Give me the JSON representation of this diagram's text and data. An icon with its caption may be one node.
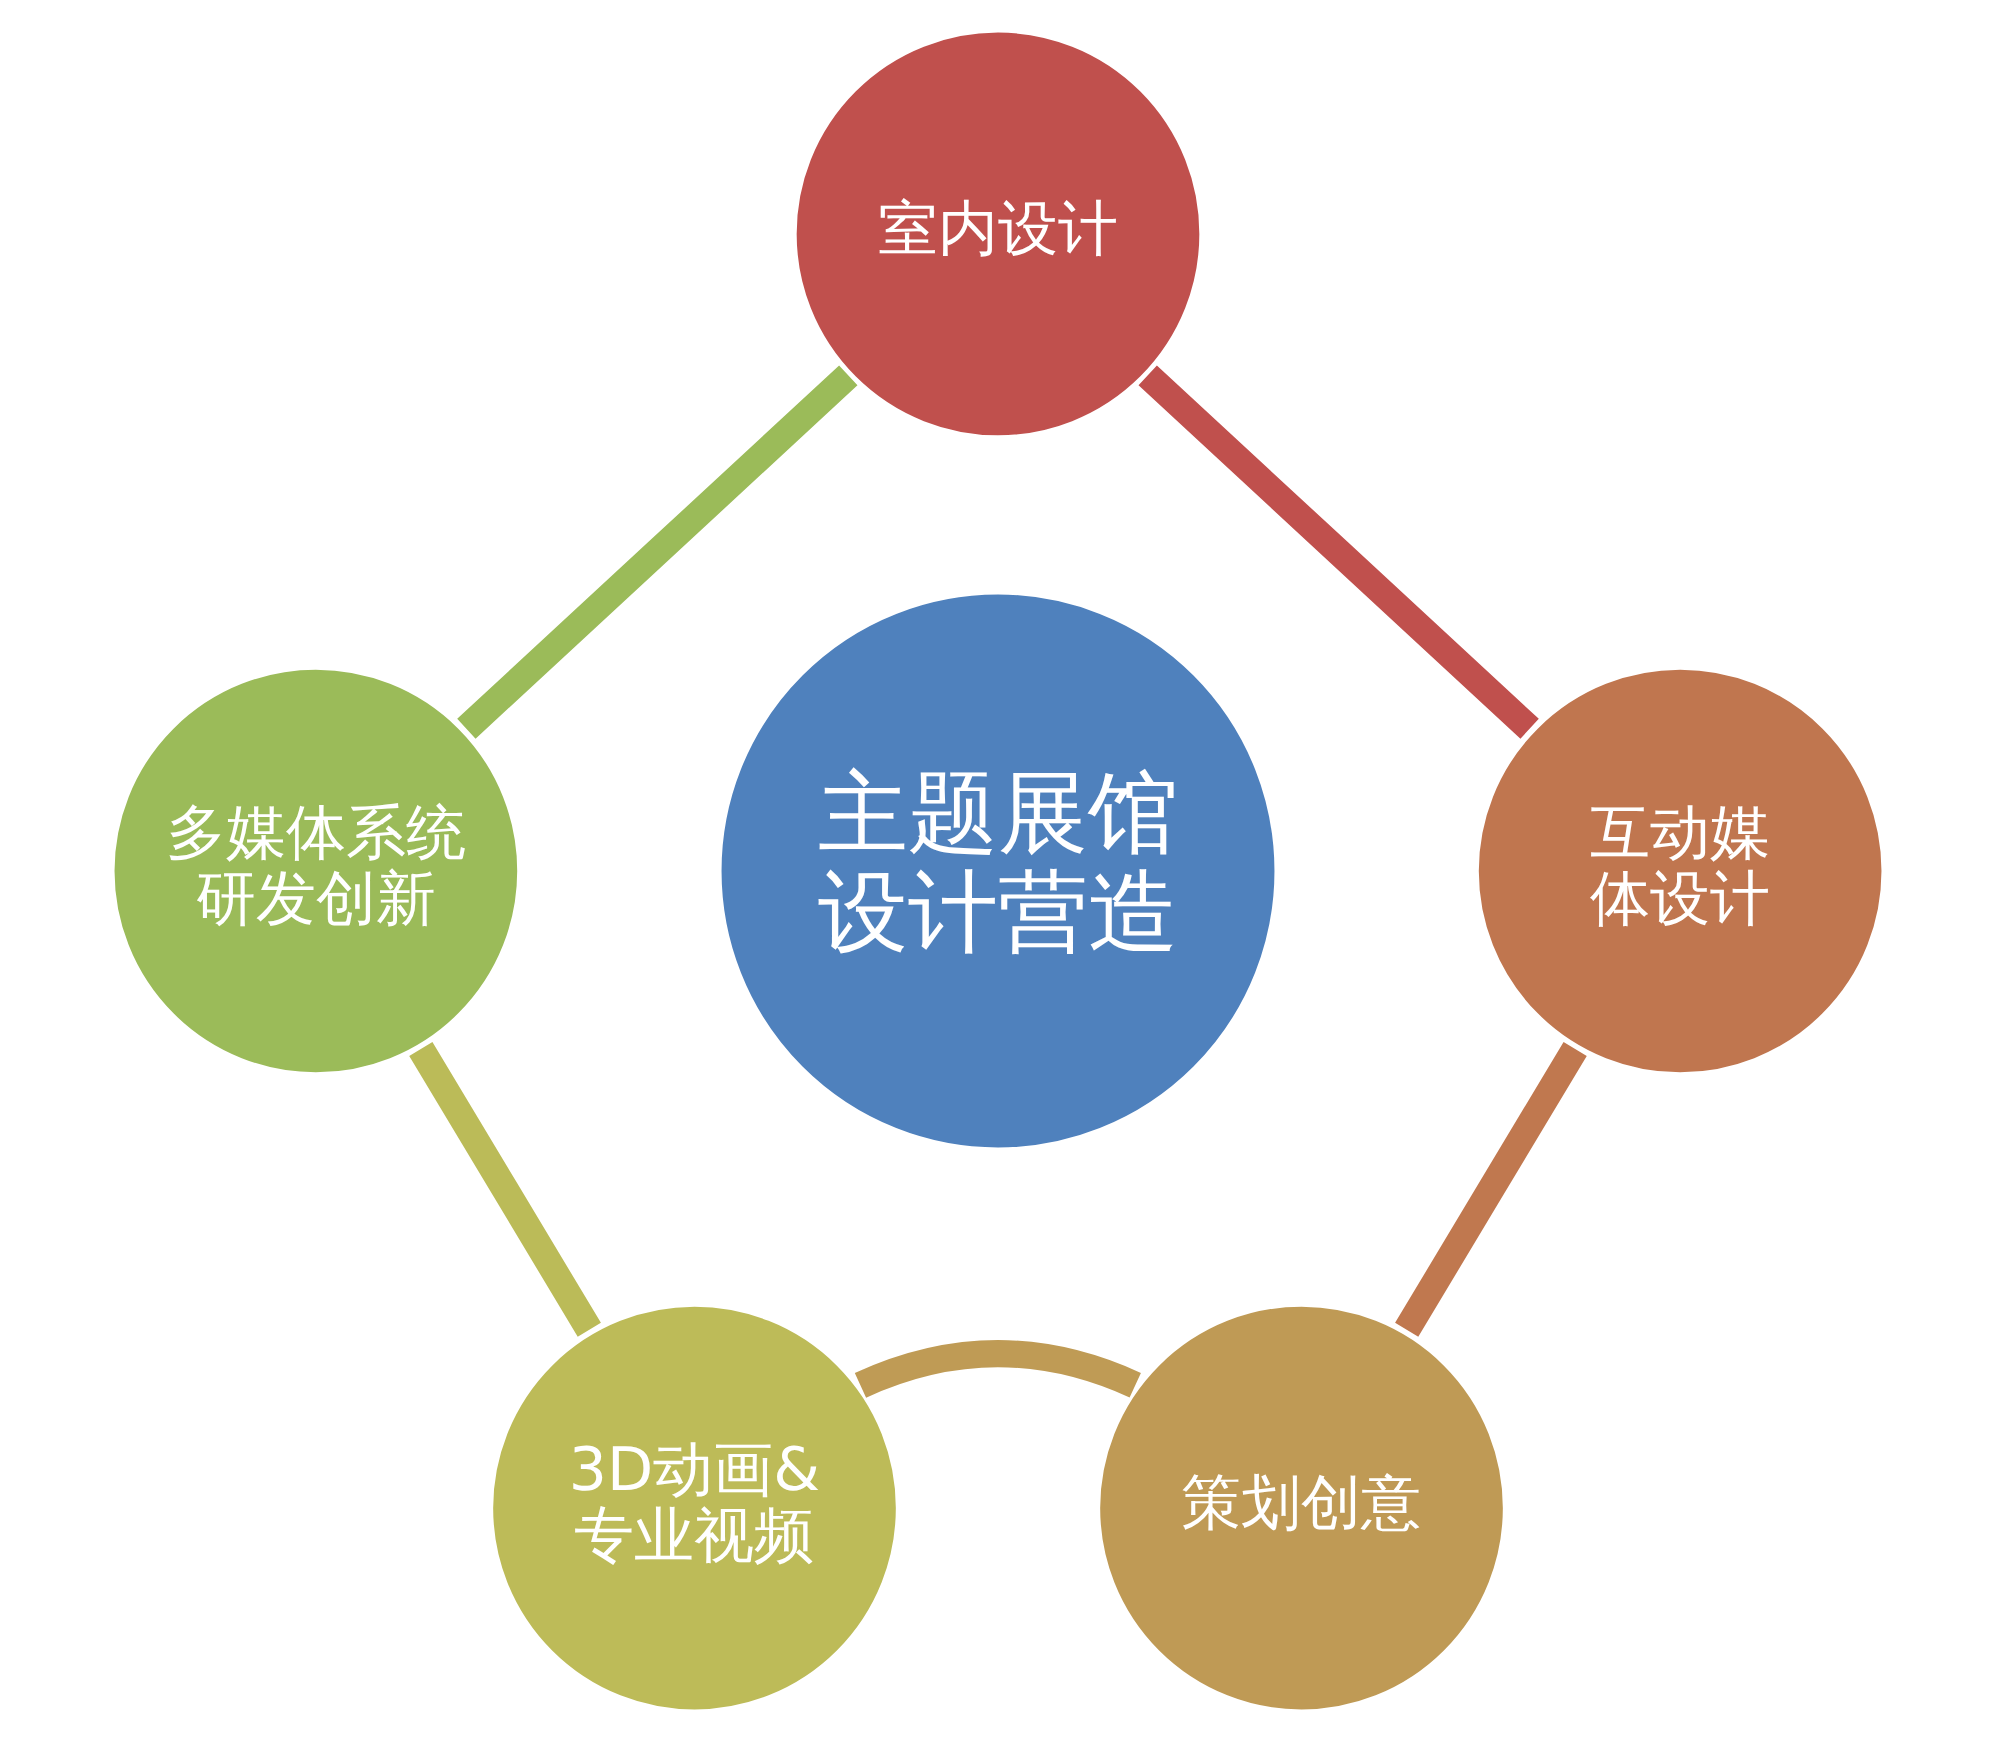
{
  "diagram": {
    "nodes": [
      {
        "text": [
          "室内设计"
        ]
      },
      {
        "text": [
          "互动媒体设计"
        ]
      },
      {
        "text": [
          "策划创意"
        ]
      },
      {
        "text": [
          "3D动画&专业视频"
        ]
      },
      {
        "text": [
          "多媒体系统研发创新"
        ]
      },
      {
        "text": [
          "主题展馆设计营造"
        ]
      }
    ],
    "edges": [
      {
        "from": 0,
        "to": 1,
        "arrow": "none",
        "color": "#c0504d"
      },
      {
        "from": 1,
        "to": 2,
        "arrow": "none",
        "color": "#c0784f"
      },
      {
        "from": 2,
        "to": 3,
        "arrow": "none",
        "color": "#bf9b55"
      },
      {
        "from": 3,
        "to": 4,
        "arrow": "none",
        "color": "#bbbb58"
      },
      {
        "from": 4,
        "to": 0,
        "arrow": "none",
        "color": "#9bbb59"
      }
    ]
  }
}
